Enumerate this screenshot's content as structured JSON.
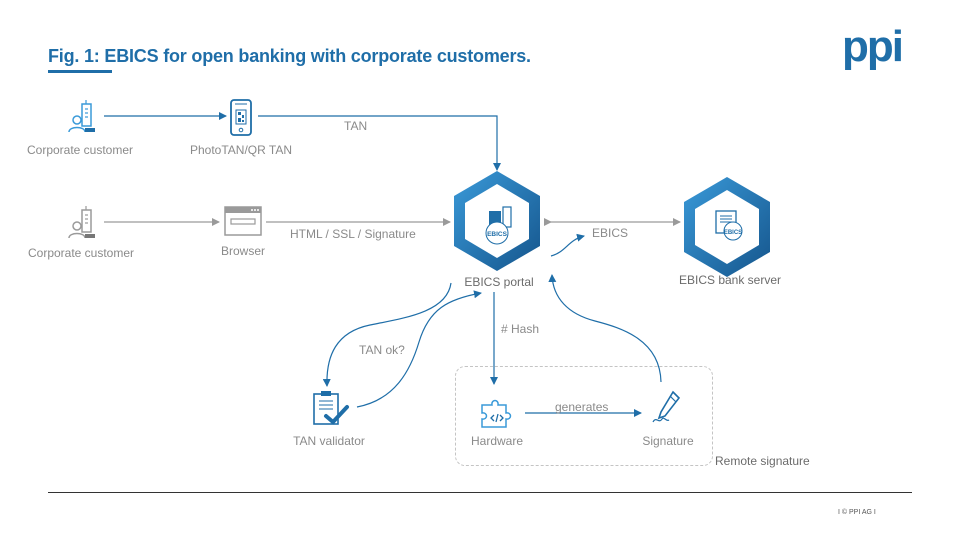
{
  "header": {
    "title": "Fig. 1: EBICS for open banking with corporate customers.",
    "logo": "ppi"
  },
  "footer": {
    "text": "I  © PPI AG  I"
  },
  "nodes": {
    "corporate_customer_1": "Corporate  customer",
    "phototan": "PhotoTAN/QR TAN",
    "corporate_customer_2": "Corporate  customer",
    "browser": "Browser",
    "ebics_portal": "EBICS portal",
    "ebics_bank_server": "EBICS bank server",
    "tan_validator": "TAN validator",
    "hardware": "Hardware",
    "signature": "Signature",
    "remote_signature": "Remote signature"
  },
  "edges": {
    "tan": "TAN",
    "html_ssl": "HTML  / SSL / Signature",
    "ebics": "EBICS",
    "tan_ok": "TAN ok?",
    "hash": "# Hash",
    "generates": "generates"
  },
  "icon_text": {
    "portal_badge": "EBICS",
    "server_badge": "EBICS"
  },
  "colors": {
    "blue": "#1f6ea8",
    "light_blue": "#3a9ad9",
    "gray": "#9a9a9a"
  }
}
